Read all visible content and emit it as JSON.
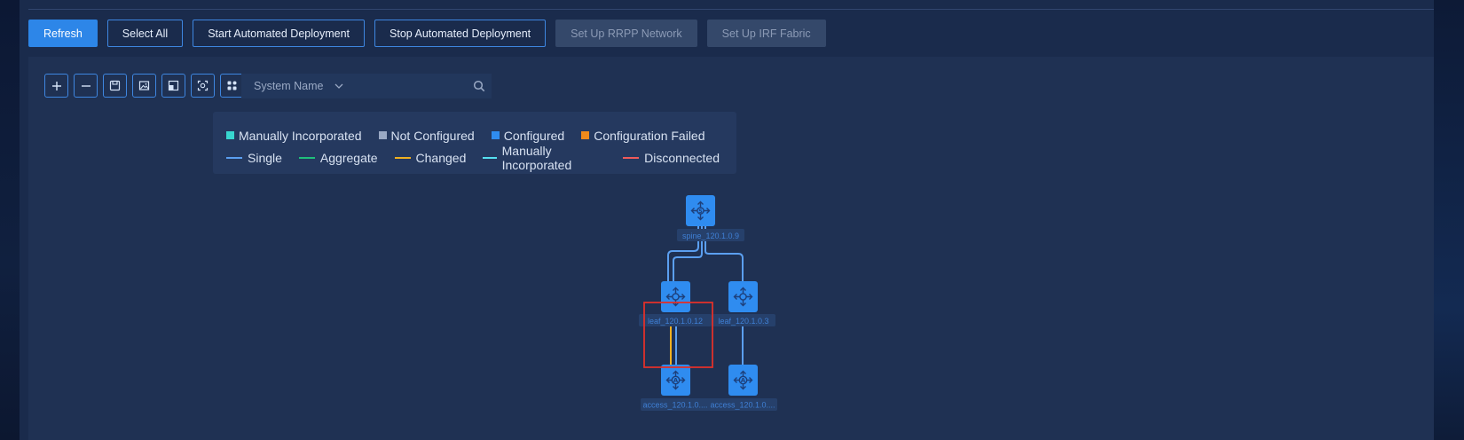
{
  "toolbar": {
    "refresh": "Refresh",
    "select_all": "Select All",
    "start_deploy": "Start Automated Deployment",
    "stop_deploy": "Stop Automated Deployment",
    "setup_rrpp": "Set Up RRPP Network",
    "setup_irf": "Set Up IRF Fabric"
  },
  "canvas_tools": [
    "zoom-in-icon",
    "zoom-out-icon",
    "save-icon",
    "export-image-icon",
    "restore-layout-icon",
    "fit-view-icon",
    "layout-icon"
  ],
  "search": {
    "field": "System Name",
    "placeholder": ""
  },
  "legend": {
    "nodes": [
      {
        "label": "Manually Incorporated",
        "color": "#38d6d0"
      },
      {
        "label": "Not Configured",
        "color": "#9aa9c4"
      },
      {
        "label": "Configured",
        "color": "#2f8cf0"
      },
      {
        "label": "Configuration Failed",
        "color": "#f08a1c"
      }
    ],
    "links": [
      {
        "label": "Single",
        "color": "#5b9ff0"
      },
      {
        "label": "Aggregate",
        "color": "#1fbf7a"
      },
      {
        "label": "Changed",
        "color": "#f0b020"
      },
      {
        "label": "Manually Incorporated",
        "color": "#55e0f0"
      },
      {
        "label": "Disconnected",
        "color": "#f05a5a"
      }
    ]
  },
  "topology": {
    "nodes": [
      {
        "id": "spine",
        "label": "spine_120.1.0.9",
        "role": "S"
      },
      {
        "id": "leaf1",
        "label": "leaf_120.1.0.12",
        "role": "L"
      },
      {
        "id": "leaf2",
        "label": "leaf_120.1.0.3",
        "role": "L"
      },
      {
        "id": "acc1",
        "label": "access_120.1.0....",
        "role": "A"
      },
      {
        "id": "acc2",
        "label": "access_120.1.0....",
        "role": "A"
      }
    ]
  },
  "colors": {
    "node": "#2f8cf0",
    "link_single": "#5b9ff0",
    "link_changed": "#f0b020",
    "highlight": "#e0302a"
  }
}
